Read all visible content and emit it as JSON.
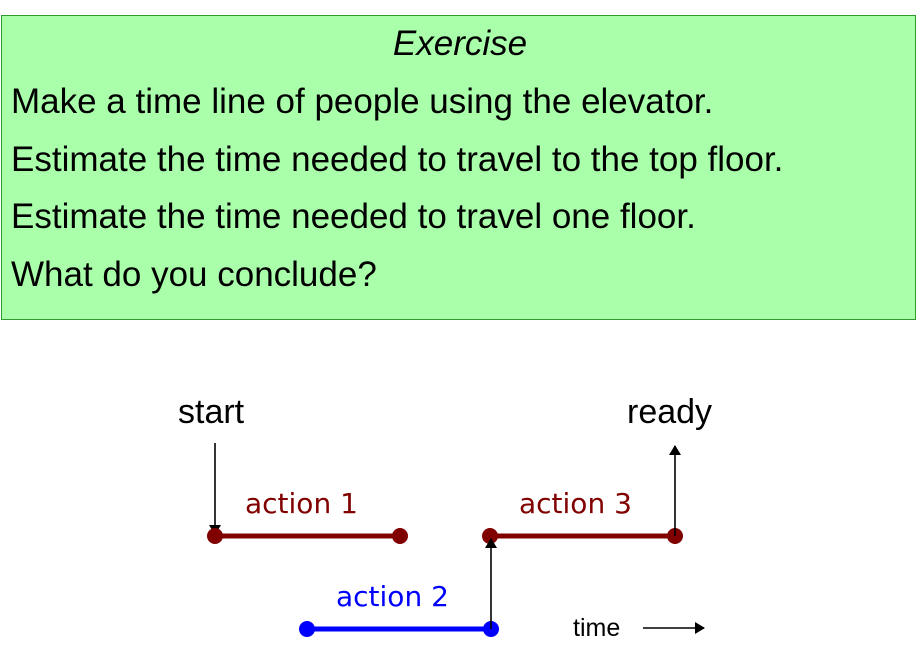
{
  "exercise": {
    "title": "Exercise",
    "lines": [
      "Make a time line of people using the elevator.",
      "Estimate the time needed to travel to the top floor.",
      "Estimate the time needed to travel one floor.",
      "What do you conclude?"
    ],
    "background_color": "#aaffaa",
    "border_color": "#2f9a2f"
  },
  "timeline": {
    "start_label": "start",
    "ready_label": "ready",
    "time_label": "time",
    "actions": [
      {
        "label": "action 1",
        "color": "#800000"
      },
      {
        "label": "action 2",
        "color": "#0000ff"
      },
      {
        "label": "action 3",
        "color": "#800000"
      }
    ]
  }
}
